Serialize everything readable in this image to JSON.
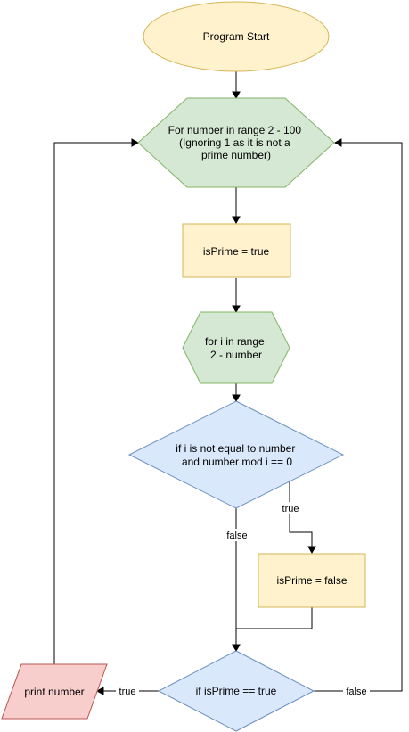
{
  "nodes": {
    "start": {
      "lines": [
        "Program Start"
      ],
      "fill": "#fff2cc",
      "stroke": "#d6b656"
    },
    "outer_loop": {
      "lines": [
        "For number in range 2 - 100",
        "(Ignoring 1 as it is not a",
        "prime number)"
      ],
      "fill": "#d5e8d4",
      "stroke": "#82b366"
    },
    "init": {
      "lines": [
        "isPrime = true"
      ],
      "fill": "#fff2cc",
      "stroke": "#d6b656"
    },
    "inner_loop": {
      "lines": [
        "for i in range",
        "2 - number"
      ],
      "fill": "#d5e8d4",
      "stroke": "#82b366"
    },
    "cond": {
      "lines": [
        "if i is not equal to number",
        "and number mod i == 0"
      ],
      "fill": "#dae8fc",
      "stroke": "#6c8ebf"
    },
    "set_false": {
      "lines": [
        "isPrime = false"
      ],
      "fill": "#fff2cc",
      "stroke": "#d6b656"
    },
    "check": {
      "lines": [
        "if isPrime == true"
      ],
      "fill": "#dae8fc",
      "stroke": "#6c8ebf"
    },
    "print": {
      "lines": [
        "print number"
      ],
      "fill": "#f8cecc",
      "stroke": "#b85450"
    }
  },
  "edge_labels": {
    "cond_true": "true",
    "cond_false": "false",
    "check_true": "true",
    "check_false": "false"
  }
}
